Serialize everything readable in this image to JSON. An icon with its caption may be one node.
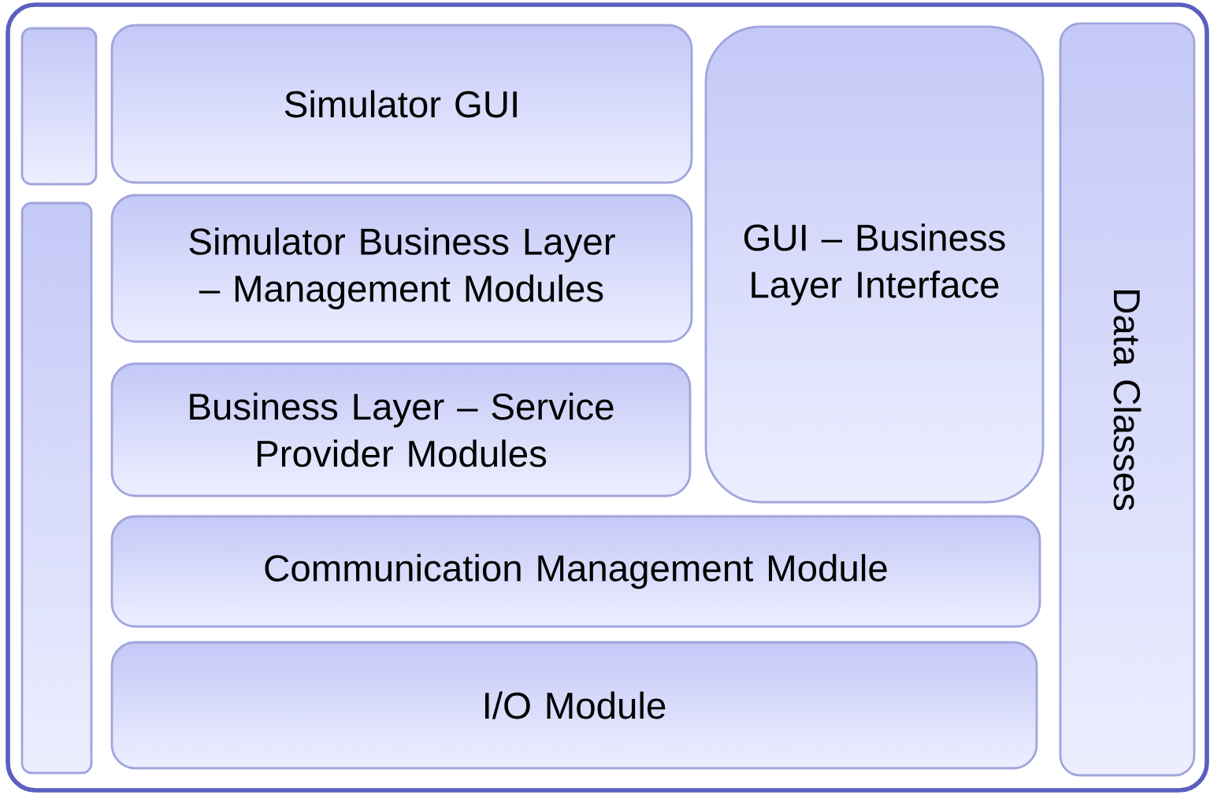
{
  "diagram": {
    "nodes": [
      {
        "text": [],
        "shape": "box"
      },
      {
        "text": [
          "Simulator GUI"
        ]
      },
      {
        "text": [
          "GUI – Business Layer Interface"
        ]
      },
      {
        "text": [
          "Data Classes"
        ]
      },
      {
        "text": [],
        "shape": "box"
      },
      {
        "text": [
          "Simulator Business Layer – Management Modules"
        ]
      },
      {
        "text": [
          "Business Layer – Service Provider Modules"
        ]
      },
      {
        "text": [
          "Communication Management Module"
        ]
      },
      {
        "text": [
          "I/O Module"
        ]
      }
    ]
  }
}
